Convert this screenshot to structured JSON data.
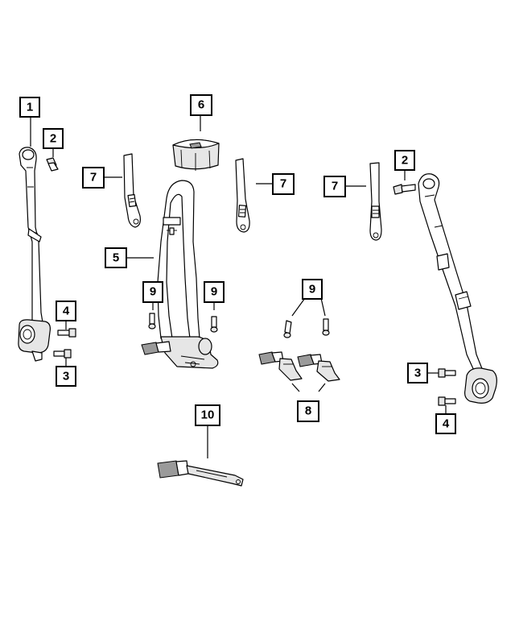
{
  "callouts": [
    {
      "id": "c1",
      "label": "1"
    },
    {
      "id": "c2a",
      "label": "2"
    },
    {
      "id": "c2b",
      "label": "2"
    },
    {
      "id": "c3a",
      "label": "3"
    },
    {
      "id": "c3b",
      "label": "3"
    },
    {
      "id": "c4a",
      "label": "4"
    },
    {
      "id": "c4b",
      "label": "4"
    },
    {
      "id": "c5",
      "label": "5"
    },
    {
      "id": "c6",
      "label": "6"
    },
    {
      "id": "c7a",
      "label": "7"
    },
    {
      "id": "c7b",
      "label": "7"
    },
    {
      "id": "c7c",
      "label": "7"
    },
    {
      "id": "c8",
      "label": "8"
    },
    {
      "id": "c9a",
      "label": "9"
    },
    {
      "id": "c9b",
      "label": "9"
    },
    {
      "id": "c9c",
      "label": "9"
    },
    {
      "id": "c10",
      "label": "10"
    }
  ],
  "colors": {
    "ink": "#000000",
    "paper": "#ffffff",
    "shade": "#e6e6e6"
  }
}
